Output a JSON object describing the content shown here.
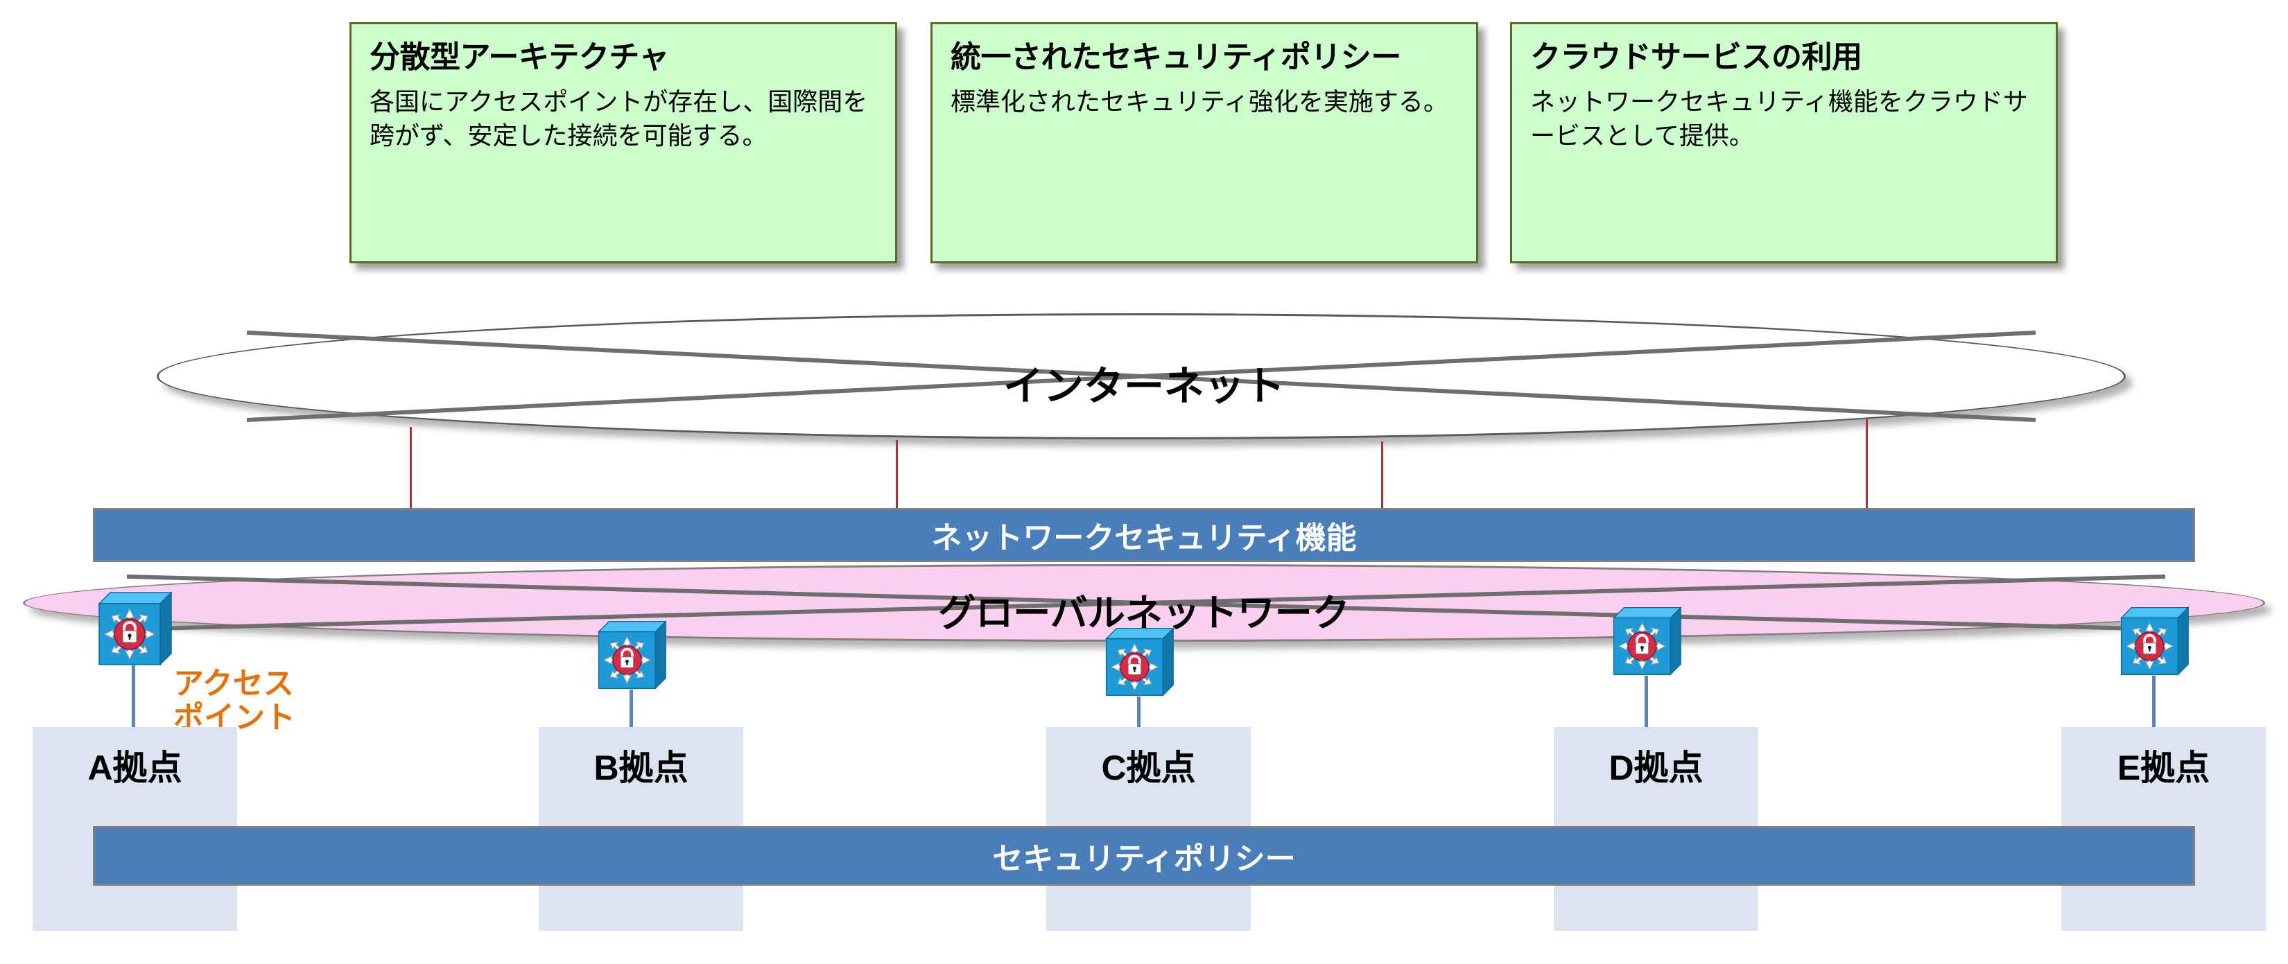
{
  "diagram": {
    "title_text_internet": "インターネット",
    "title_text_global": "グローバルネットワーク",
    "colors": {
      "callout_fill": "#CCFFCC",
      "callout_border": "#5B6B23",
      "bar_fill": "#4A7EBB",
      "bar_border": "#7F7F7F",
      "global_ellipse_fill": "#FBCFEF",
      "site_column_fill": "#DCE4F1",
      "access_point_label": "#E3720B",
      "internet_link": "#A63434",
      "site_link": "#5E82B5",
      "icon_body": "#1E9BD7",
      "icon_lock": "#D62B46"
    }
  },
  "callouts": [
    {
      "title": "分散型アーキテクチャ",
      "body": "各国にアクセスポイントが存在し、国際間を跨がず、安定した接続を可能する。"
    },
    {
      "title": "統一されたセキュリティポリシー",
      "body": "標準化されたセキュリティ強化を実施する。"
    },
    {
      "title": "クラウドサービスの利用",
      "body": "ネットワークセキュリティ機能をクラウドサービスとして提供。"
    }
  ],
  "bars": {
    "network_security": "ネットワークセキュリティ機能",
    "security_policy": "セキュリティポリシー"
  },
  "access_point_caption": {
    "line1": "アクセス",
    "line2": "ポイント"
  },
  "sites": [
    {
      "label": "A拠点"
    },
    {
      "label": "B拠点"
    },
    {
      "label": "C拠点"
    },
    {
      "label": "D拠点"
    },
    {
      "label": "E拠点"
    }
  ],
  "icons": {
    "access_point": "router-lock-icon"
  }
}
